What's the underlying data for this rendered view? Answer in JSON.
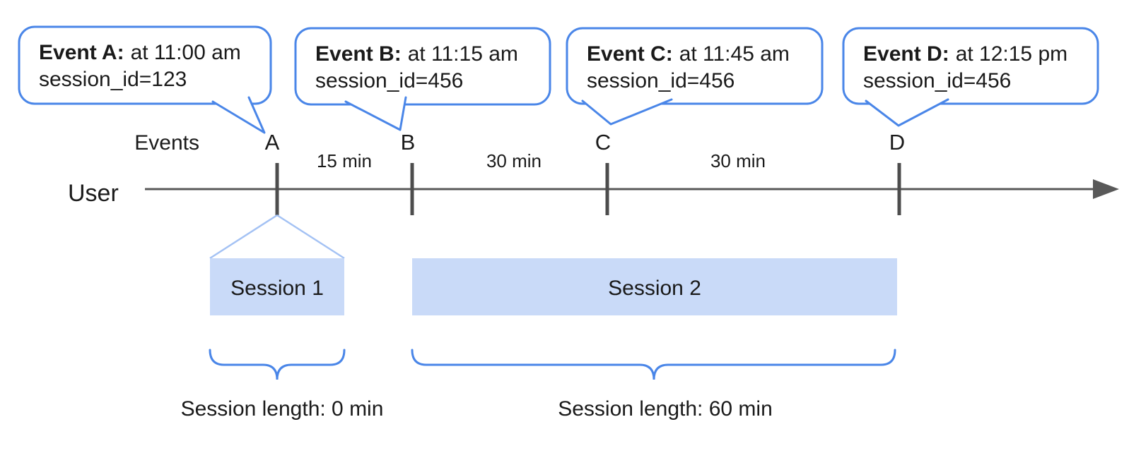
{
  "diagram": {
    "user_label": "User",
    "events_label": "Events",
    "events": [
      {
        "letter": "A",
        "bold_label": "Event A:",
        "time_text": "at 11:00 am",
        "session_text": "session_id=123"
      },
      {
        "letter": "B",
        "bold_label": "Event B:",
        "time_text": "at 11:15 am",
        "session_text": "session_id=456"
      },
      {
        "letter": "C",
        "bold_label": "Event C:",
        "time_text": "at 11:45 am",
        "session_text": "session_id=456"
      },
      {
        "letter": "D",
        "bold_label": "Event D:",
        "time_text": "at 12:15 pm",
        "session_text": "session_id=456"
      }
    ],
    "intervals": [
      {
        "label": "15 min"
      },
      {
        "label": "30 min"
      },
      {
        "label": "30 min"
      }
    ],
    "sessions": [
      {
        "label": "Session 1",
        "length_label": "Session length: 0 min"
      },
      {
        "label": "Session 2",
        "length_label": "Session length: 60 min"
      }
    ],
    "colors": {
      "accent_blue": "#4a86e8",
      "session_fill": "#c9daf8",
      "funnel_line": "#a4c2f4",
      "timeline_gray": "#595959",
      "text_color": "#1a1a1a"
    }
  }
}
